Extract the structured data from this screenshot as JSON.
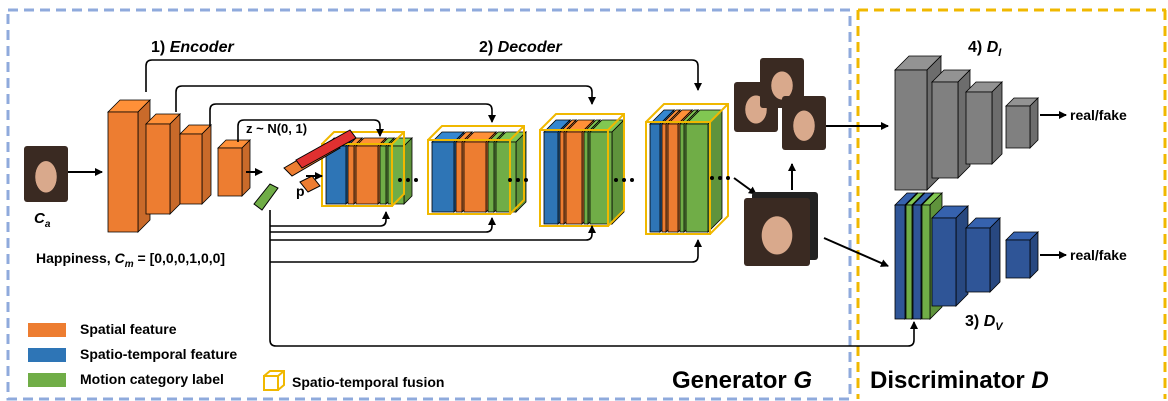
{
  "labels": {
    "encoder_num": "1)",
    "encoder": "Encoder",
    "decoder_num": "2)",
    "decoder": "Decoder",
    "di_num": "4)",
    "di": "D",
    "di_sub": "I",
    "dv_num": "3)",
    "dv": "D",
    "dv_sub": "V",
    "ca": "C",
    "ca_sub": "a",
    "noise": "z ~ N(0, 1)",
    "p": "p",
    "happiness_prefix": "Happiness,",
    "cm": "C",
    "cm_sub": "m",
    "cm_value": "= [0,0,0,1,0,0]",
    "real_fake_top": "real/fake",
    "real_fake_bottom": "real/fake",
    "generator": "Generator",
    "generator_symbol": "G",
    "discriminator": "Discriminator",
    "discriminator_symbol": "D"
  },
  "legend": [
    {
      "label": "Spatial feature",
      "color": "#ED7D31"
    },
    {
      "label": "Spatio-temporal feature",
      "color": "#2E75B6"
    },
    {
      "label": "Motion category label",
      "color": "#70AD47"
    },
    {
      "label": "Spatio-temporal fusion",
      "color": "#F0B800"
    }
  ],
  "colors": {
    "generator_border": "#8FAADC",
    "discriminator_border": "#F0B800",
    "spatial": "#ED7D31",
    "spatiotemporal": "#2E75B6",
    "motion": "#70AD47",
    "noise": "#E03030",
    "image_disc": "#808080",
    "video_disc": "#2F5597"
  }
}
